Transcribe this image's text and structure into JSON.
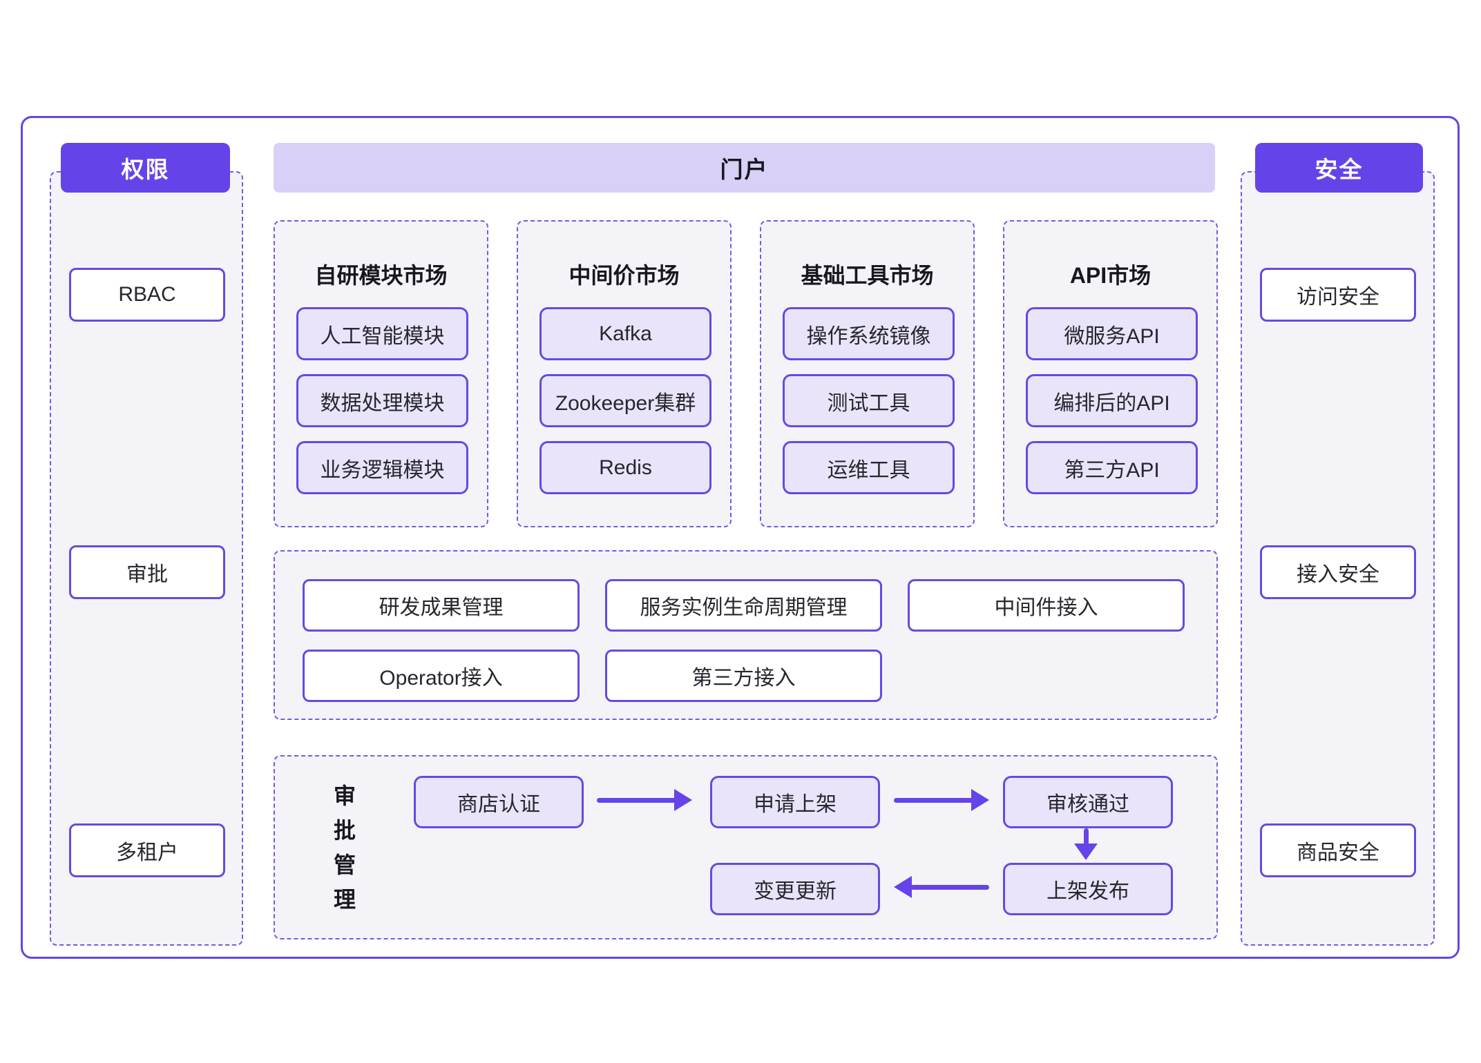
{
  "colors": {
    "accent_purple": "#6444e8",
    "border_purple": "#6649e4",
    "dashed_purple": "#6f5ce6",
    "portal_bar_fill": "#d8d0f6",
    "chip_fill": "#e9e4f9",
    "panel_fill": "#f4f4f8",
    "text_dark": "#17171f"
  },
  "permissions": {
    "header": "权限",
    "items": [
      "RBAC",
      "审批",
      "多租户"
    ]
  },
  "security": {
    "header": "安全",
    "items": [
      "访问安全",
      "接入安全",
      "商品安全"
    ]
  },
  "portal": {
    "header": "门户"
  },
  "markets": [
    {
      "title": "自研模块市场",
      "items": [
        "人工智能模块",
        "数据处理模块",
        "业务逻辑模块"
      ]
    },
    {
      "title": "中间价市场",
      "items": [
        "Kafka",
        "Zookeeper集群",
        "Redis"
      ]
    },
    {
      "title": "基础工具市场",
      "items": [
        "操作系统镜像",
        "测试工具",
        "运维工具"
      ]
    },
    {
      "title": "API市场",
      "items": [
        "微服务API",
        "编排后的API",
        "第三方API"
      ]
    }
  ],
  "management": {
    "row1": [
      "研发成果管理",
      "服务实例生命周期管理",
      "中间件接入"
    ],
    "row2": [
      "Operator接入",
      "第三方接入"
    ]
  },
  "approval": {
    "label": "审批管理",
    "steps": [
      "商店认证",
      "申请上架",
      "审核通过",
      "上架发布",
      "变更更新"
    ]
  }
}
